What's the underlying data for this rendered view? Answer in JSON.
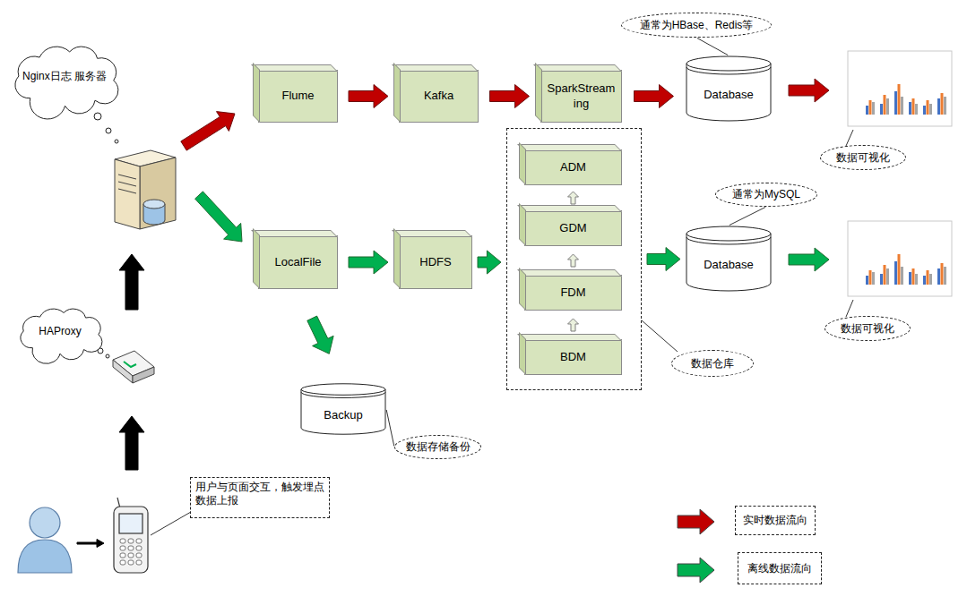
{
  "diagram": {
    "nodes": [
      {
        "text": [
          "Nginx日志 服务器"
        ]
      },
      {
        "text": [
          "通常为HBase、Redis等"
        ]
      },
      {
        "text": [
          "Flume"
        ]
      },
      {
        "text": [
          "Kafka"
        ]
      },
      {
        "text": [
          "SparkStreaming"
        ]
      },
      {
        "text": [
          "Database"
        ]
      },
      {
        "text": [
          "数据可视化"
        ]
      },
      {
        "text": [
          "数据仓库"
        ]
      },
      {
        "text": [
          "ADM"
        ],
        "in": 7
      },
      {
        "text": [
          "GDM"
        ],
        "in": 7
      },
      {
        "text": [
          "FDM"
        ],
        "in": 7
      },
      {
        "text": [
          "BDM"
        ],
        "in": 7
      },
      {
        "text": [
          "通常为MySQL"
        ]
      },
      {
        "text": [
          "Database"
        ]
      },
      {
        "text": [
          "数据可视化"
        ]
      },
      {
        "text": [
          "LocalFile"
        ]
      },
      {
        "text": [
          "HDFS"
        ]
      },
      {
        "text": [
          "HAProxy"
        ]
      },
      {
        "text": [
          "Backup"
        ]
      },
      {
        "text": [
          "数据存储备份"
        ]
      },
      {
        "text": [
          "用户与页面交互，触发埋点数据上报"
        ]
      }
    ],
    "edges": [
      {
        "from": 2,
        "to": 3,
        "arrow": "to"
      },
      {
        "from": 3,
        "to": 4,
        "arrow": "to"
      },
      {
        "from": 4,
        "to": 5,
        "arrow": "to"
      },
      {
        "from": 1,
        "to": 5,
        "arrow": "none"
      },
      {
        "from": 15,
        "to": 16,
        "arrow": "to"
      },
      {
        "from": 16,
        "to": 7,
        "arrow": "to"
      },
      {
        "from": 11,
        "to": 10,
        "arrow": "to"
      },
      {
        "from": 10,
        "to": 9,
        "arrow": "to"
      },
      {
        "from": 9,
        "to": 8,
        "arrow": "to"
      },
      {
        "from": 7,
        "to": 13,
        "arrow": "to"
      },
      {
        "from": 12,
        "to": 13,
        "arrow": "none"
      },
      {
        "from": 15,
        "to": 18,
        "arrow": "to"
      },
      {
        "from": 19,
        "to": 18,
        "arrow": "none"
      }
    ],
    "legend": [
      {
        "text": "实时数据流向",
        "color": "#c00000"
      },
      {
        "text": "离线数据流向",
        "color": "#00b050"
      }
    ]
  }
}
